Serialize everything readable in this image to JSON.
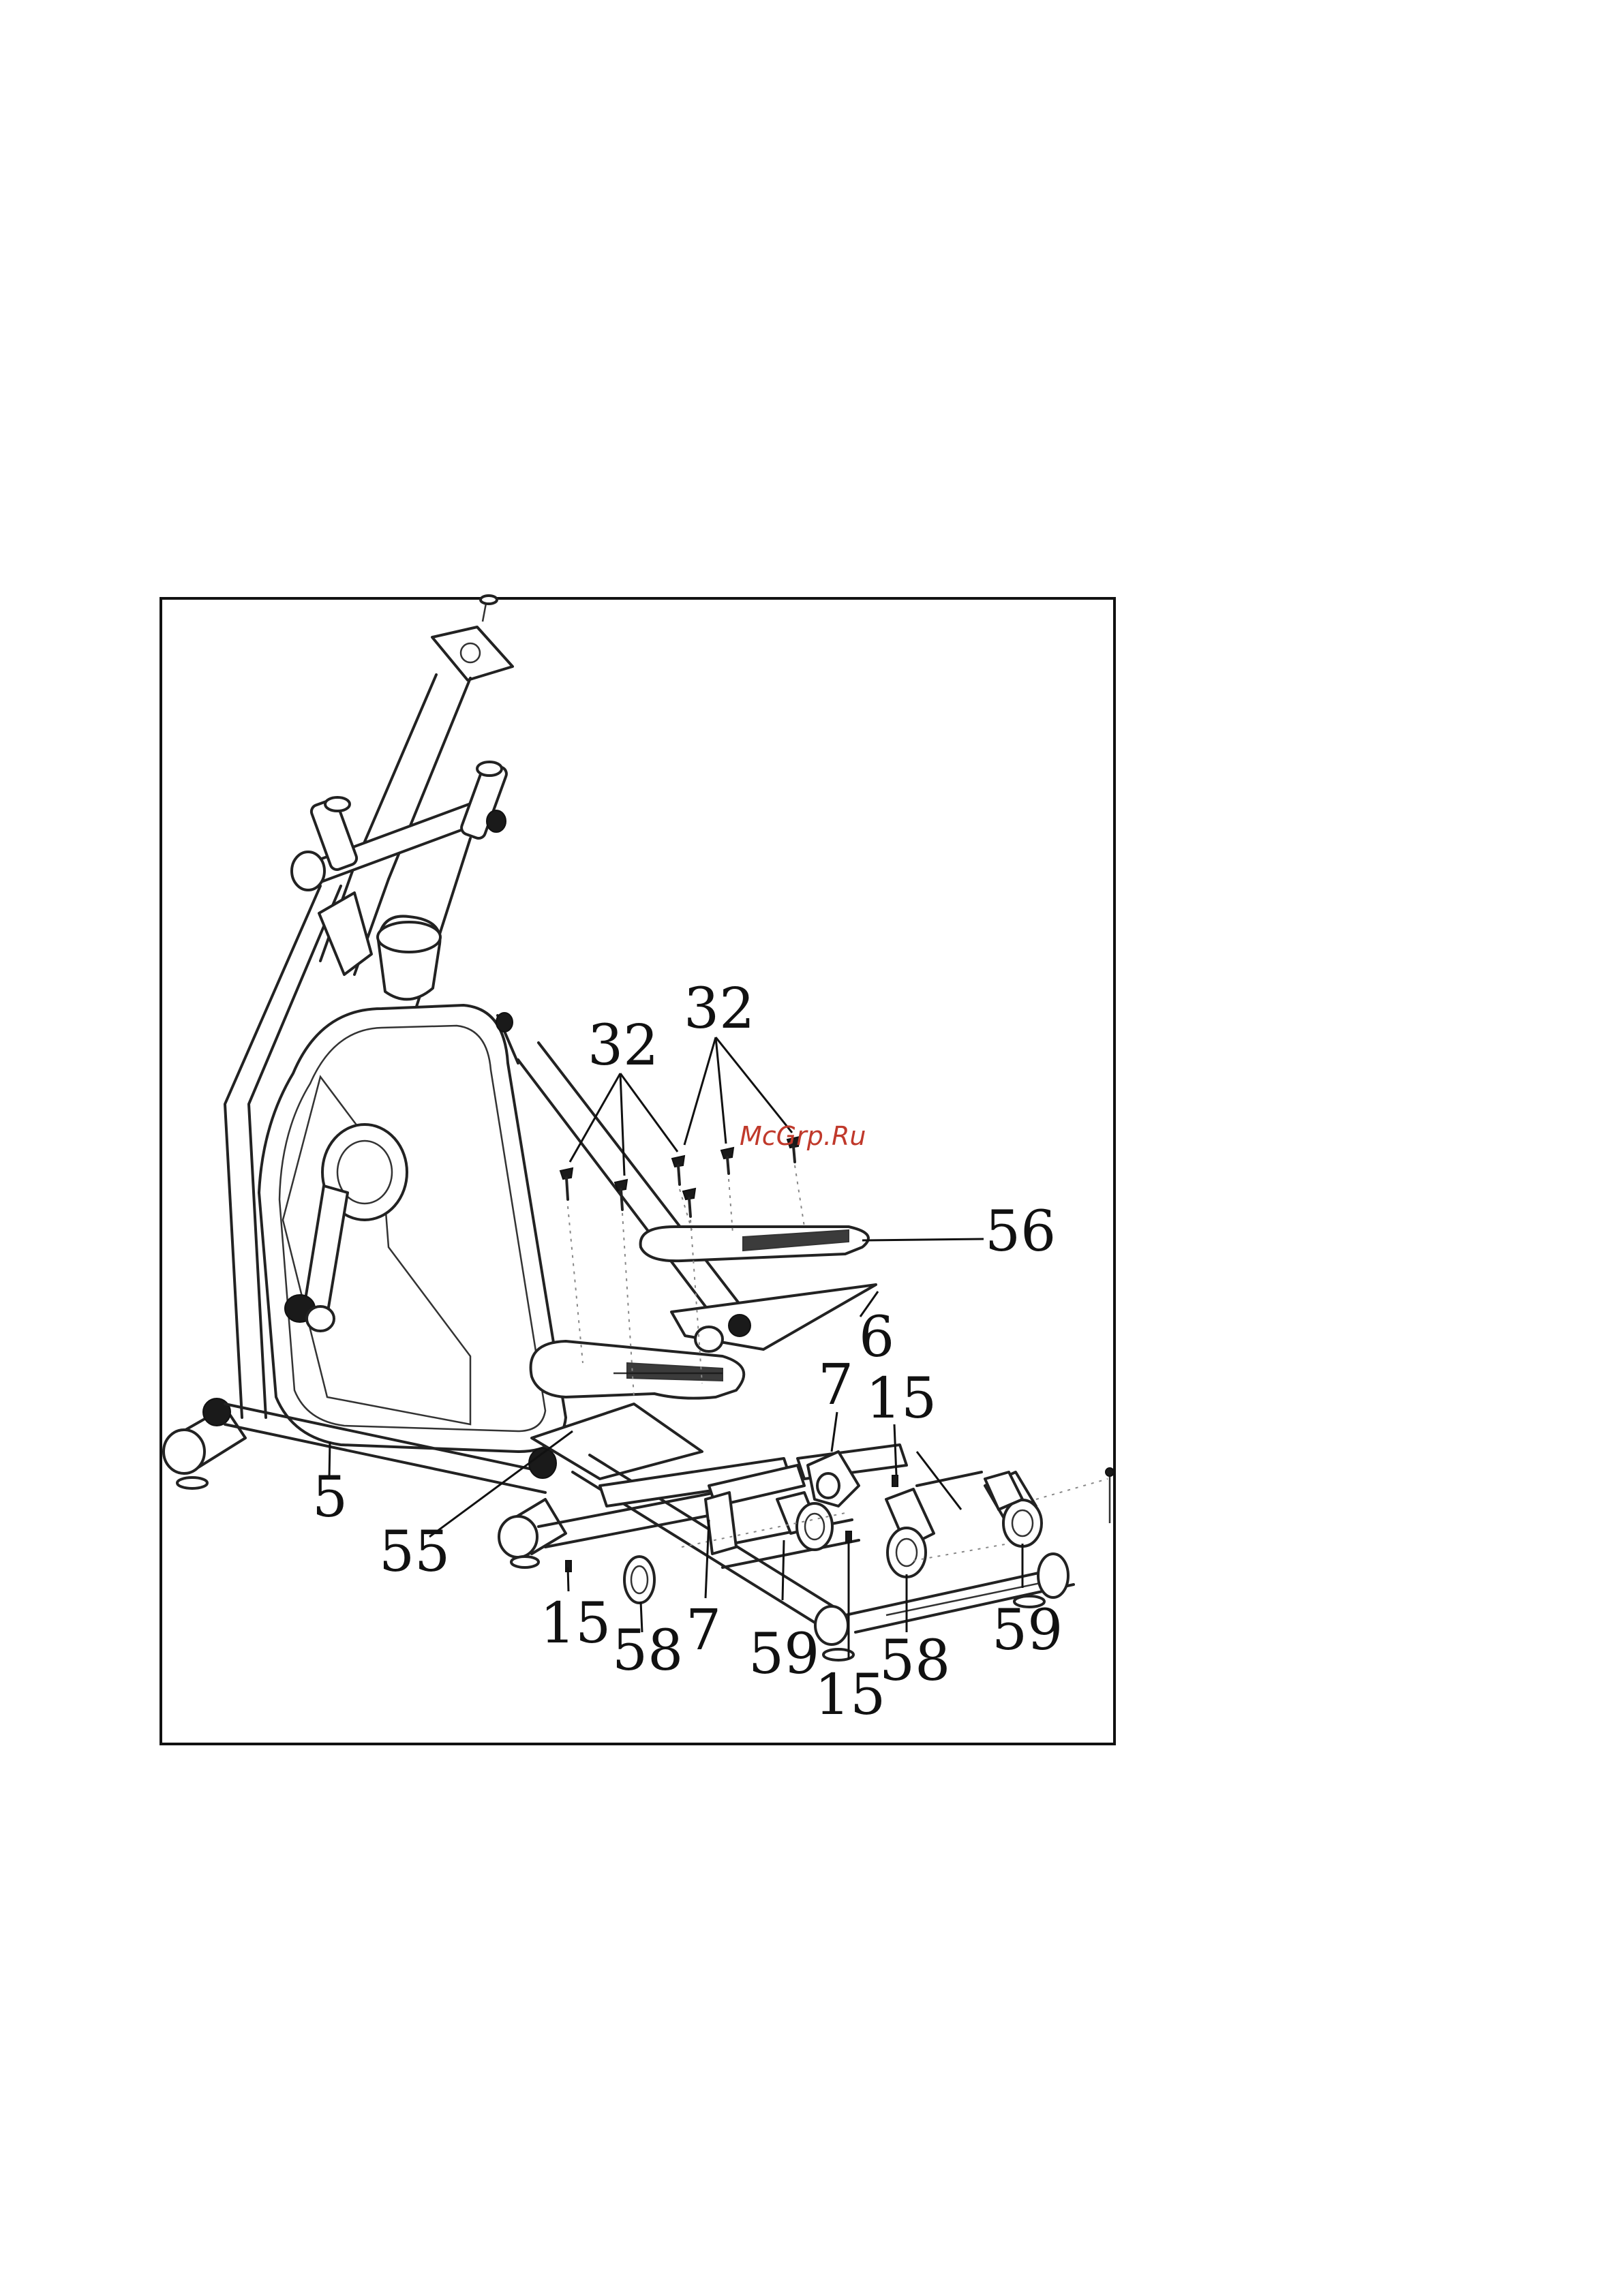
{
  "watermark": "McGrp.Ru",
  "colors": {
    "watermark": "#c0392b",
    "line": "#222222",
    "background": "#ffffff"
  },
  "labels": {
    "l32a": "32",
    "l32b": "32",
    "l56": "56",
    "l6": "6",
    "l7a": "7",
    "l15a": "15",
    "l5": "5",
    "l55": "55",
    "l15b": "15",
    "l58a": "58",
    "l7b": "7",
    "l59a": "59",
    "l15c": "15",
    "l58b": "58",
    "l59b": "59"
  }
}
